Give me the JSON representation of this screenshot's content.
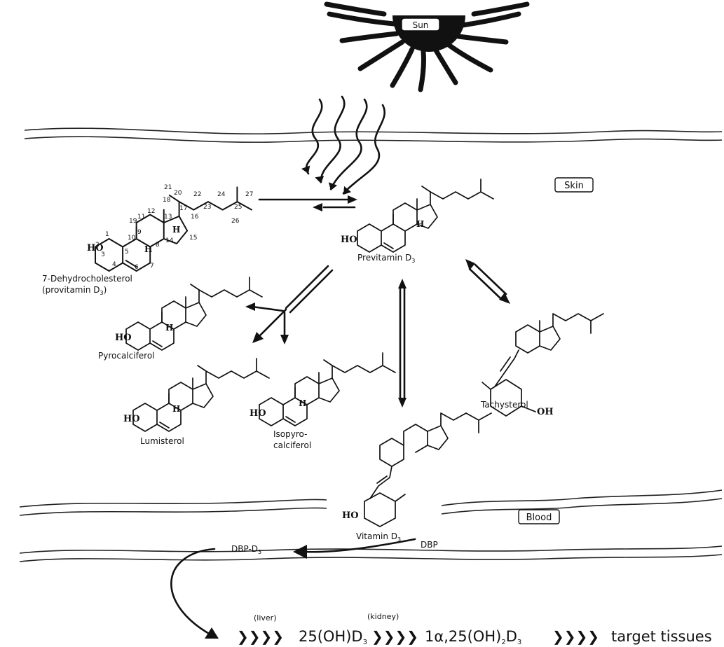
{
  "labels": {
    "sun": "Sun",
    "skin": "Skin",
    "blood": "Blood",
    "dehydro_line1": "7-Dehydrocholesterol",
    "dehydro_line2": "(provitamin D",
    "dehydro_sub": "3",
    "dehydro_close": ")",
    "previtamin": "Previtamin D",
    "previtamin_sub": "3",
    "pyrocalciferol": "Pyrocalciferol",
    "lumisterol": "Lumisterol",
    "isopyro_line1": "Isopyro-",
    "isopyro_line2": "calciferol",
    "tachysterol": "Tachysterol",
    "vitamin": "Vitamin D",
    "vitamin_sub": "3",
    "dbp": "DBP",
    "dbp_d3": "DBP-D",
    "dbp_d3_sub": "3",
    "liver": "(liver)",
    "kidney": "(kidney)",
    "hydroxy": "25(OH)D",
    "hydroxy_sub": "3",
    "calcitriol_a": "1α,25(OH)",
    "calcitriol_sub2": "2",
    "calcitriol_b": "D",
    "calcitriol_sub3": "3",
    "target": "target tissues",
    "chevrons": "❯❯❯❯",
    "ho": "HO",
    "oh": "OH",
    "h": "H"
  },
  "atom_numbers": [
    "1",
    "2",
    "3",
    "4",
    "5",
    "6",
    "7",
    "8",
    "9",
    "10",
    "11",
    "12",
    "13",
    "14",
    "15",
    "16",
    "17",
    "18",
    "19",
    "20",
    "21",
    "22",
    "23",
    "24",
    "25",
    "26",
    "27"
  ],
  "colors": {
    "ink": "#111111",
    "paper": "#ffffff"
  }
}
